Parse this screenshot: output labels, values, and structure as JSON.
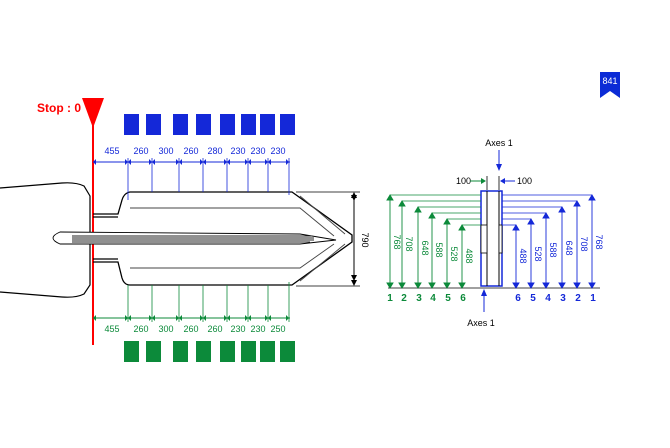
{
  "badge": {
    "code": "841",
    "color": "#0b2bd6"
  },
  "stop": {
    "label": "Stop : 0",
    "color": "#ff0000"
  },
  "colors": {
    "blue": "#1428d8",
    "green": "#0c8a3a",
    "outline": "#000000"
  },
  "top_dims": {
    "first": "455",
    "rest": [
      "260",
      "300",
      "260",
      "280",
      "230",
      "230",
      "230"
    ]
  },
  "bottom_dims": {
    "first": "455",
    "rest": [
      "260",
      "300",
      "260",
      "260",
      "230",
      "230",
      "250"
    ]
  },
  "height_dim": "790",
  "axes_top": "Axes 1",
  "axes_bottom": "Axes 1",
  "gap_left": "100",
  "gap_right": "100",
  "left_cuts": {
    "values": [
      "768",
      "708",
      "648",
      "588",
      "528",
      "488"
    ],
    "indices": [
      "1",
      "2",
      "3",
      "4",
      "5",
      "6"
    ]
  },
  "right_cuts": {
    "values": [
      "488",
      "528",
      "588",
      "648",
      "708",
      "768"
    ],
    "indices": [
      "6",
      "5",
      "4",
      "3",
      "2",
      "1"
    ]
  }
}
